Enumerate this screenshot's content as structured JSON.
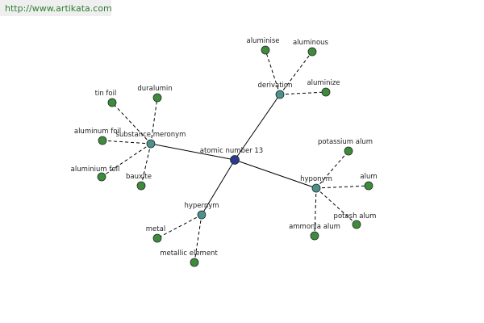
{
  "header": {
    "url": "http://www.artikata.com"
  },
  "graph": {
    "center": {
      "id": "center",
      "label": "atomic number 13"
    },
    "hubs": [
      {
        "id": "derivation",
        "label": "derivation"
      },
      {
        "id": "substance-meronym",
        "label": "substance meronym"
      },
      {
        "id": "hyponym",
        "label": "hyponym"
      },
      {
        "id": "hypernym",
        "label": "hypernym"
      }
    ],
    "leaves": [
      {
        "id": "aluminise",
        "label": "aluminise",
        "hub": "derivation"
      },
      {
        "id": "aluminous",
        "label": "aluminous",
        "hub": "derivation"
      },
      {
        "id": "aluminize",
        "label": "aluminize",
        "hub": "derivation"
      },
      {
        "id": "tin-foil",
        "label": "tin foil",
        "hub": "substance-meronym"
      },
      {
        "id": "duralumin",
        "label": "duralumin",
        "hub": "substance-meronym"
      },
      {
        "id": "aluminum-foil",
        "label": "aluminum foil",
        "hub": "substance-meronym"
      },
      {
        "id": "aluminium-foil",
        "label": "aluminium foil",
        "hub": "substance-meronym"
      },
      {
        "id": "bauxite",
        "label": "bauxite",
        "hub": "substance-meronym"
      },
      {
        "id": "potassium-alum",
        "label": "potassium alum",
        "hub": "hyponym"
      },
      {
        "id": "alum",
        "label": "alum",
        "hub": "hyponym"
      },
      {
        "id": "potash-alum",
        "label": "potash alum",
        "hub": "hyponym"
      },
      {
        "id": "ammonia-alum",
        "label": "ammonia alum",
        "hub": "hyponym"
      },
      {
        "id": "metal",
        "label": "metal",
        "hub": "hypernym"
      },
      {
        "id": "metallic-element",
        "label": "metallic element",
        "hub": "hypernym"
      }
    ],
    "colors": {
      "center": "#2b3a8c",
      "hub": "#4f8f8f",
      "leaf": "#3f8a3f",
      "edge": "#000000"
    }
  }
}
